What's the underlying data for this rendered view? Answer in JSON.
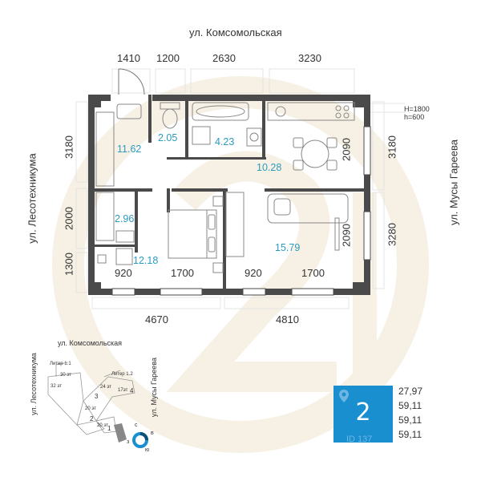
{
  "streets": {
    "top": "ул. Комсомольская",
    "left": "ул. Лесотехникума",
    "right": "ул. Мусы Гареева"
  },
  "dimensions": {
    "top": [
      "1410",
      "1200",
      "2630",
      "3230"
    ],
    "bottom": [
      "4670",
      "4810"
    ],
    "left": [
      "3180",
      "2000",
      "1300"
    ],
    "right": [
      "3180",
      "3280"
    ],
    "inner_bottom": [
      "920",
      "1700",
      "920",
      "1700"
    ],
    "window_height": [
      "2090",
      "2090"
    ]
  },
  "window_note": {
    "line1": "H=1800",
    "line2": "h=600"
  },
  "room_areas": {
    "hall": "11.62",
    "wc": "2.05",
    "bath": "4.23",
    "kitchen": "10.28",
    "storage": "2.96",
    "bedroom": "12.18",
    "living": "15.79"
  },
  "site_plan": {
    "street_top": "ул. Комсомольская",
    "street_left": "ул. Лесотехникума",
    "street_right": "ул. Мусы Гареева",
    "liter1": "Литер 1.1",
    "liter2": "Литер 1.2",
    "floors_30": "30 эт",
    "floors_32": "32 эт",
    "floors_24": "24 эт",
    "floors_17": "17эт",
    "floors_20a": "20 эт",
    "floors_20b": "20 эт",
    "sec1": "1",
    "sec2": "2",
    "sec3": "3",
    "sec4": "4",
    "compass_n": "с",
    "compass_e": "в",
    "compass_s": "ю",
    "compass_w": "з"
  },
  "badge": {
    "rooms": "2",
    "id": "ID 137"
  },
  "stats": [
    "27,97",
    "59,11",
    "59,11",
    "59,11"
  ],
  "colors": {
    "wall": "#4a4a4a",
    "accent": "#1a8fd0",
    "area_text": "#2a9bbf",
    "watermark": "#f6f1e4"
  }
}
